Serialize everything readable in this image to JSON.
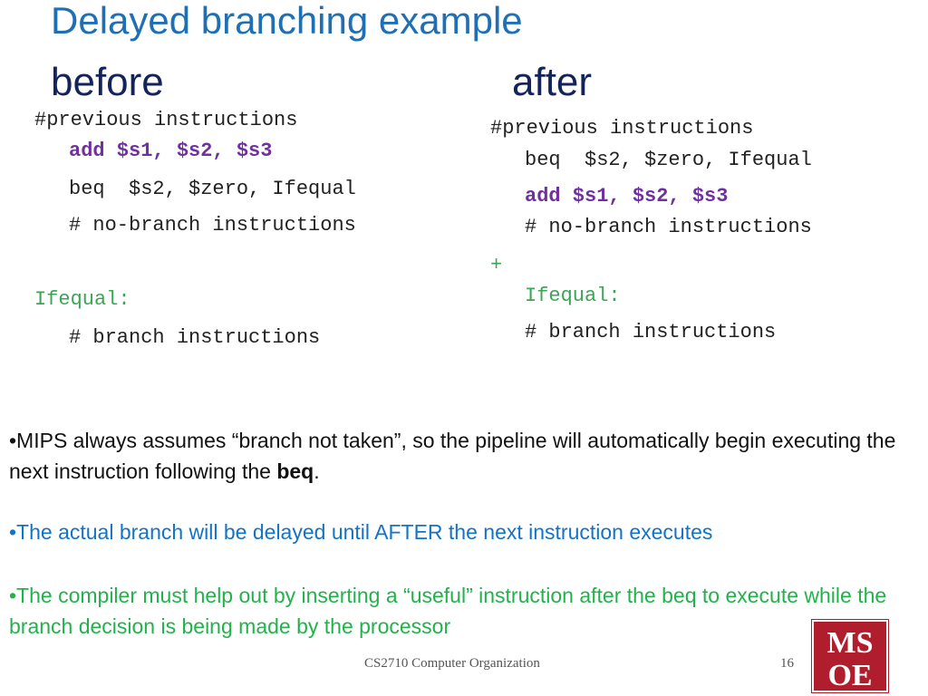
{
  "slide": {
    "title": "Delayed branching example",
    "before_heading": "before",
    "after_heading": "after"
  },
  "before": {
    "line1": "#previous instructions",
    "line2": "add $s1, $s2, $s3",
    "line3": "beq  $s2, $zero, Ifequal",
    "line4": "# no-branch instructions",
    "line5": "Ifequal:",
    "line6": "# branch instructions"
  },
  "after": {
    "line1": "#previous instructions",
    "line2": "beq  $s2, $zero, Ifequal",
    "line3": "add $s1, $s2, $s3",
    "line4": "# no-branch instructions",
    "plus": "+",
    "line5": "Ifequal:",
    "line6": "# branch instructions"
  },
  "bullets": {
    "b1_text": "•MIPS always assumes “branch not taken”, so the pipeline will automatically begin executing the next instruction following the ",
    "b1_bold": "beq",
    "b1_end": ".",
    "b2": "•The actual branch will be delayed until AFTER the next instruction executes",
    "b3": "•The compiler must help out by inserting a “useful” instruction after the beq to execute while the branch decision is being made by the processor"
  },
  "footer": {
    "course": "CS2710 Computer Organization",
    "page": "16"
  },
  "logo": {
    "text": "MSOE",
    "color": "#b01e2e"
  },
  "colors": {
    "title": "#1f6fb5",
    "heading": "#14245a",
    "bold_code": "#7030a0",
    "label": "#3aa655",
    "bullet2": "#1273c7",
    "bullet3": "#22b24c"
  }
}
